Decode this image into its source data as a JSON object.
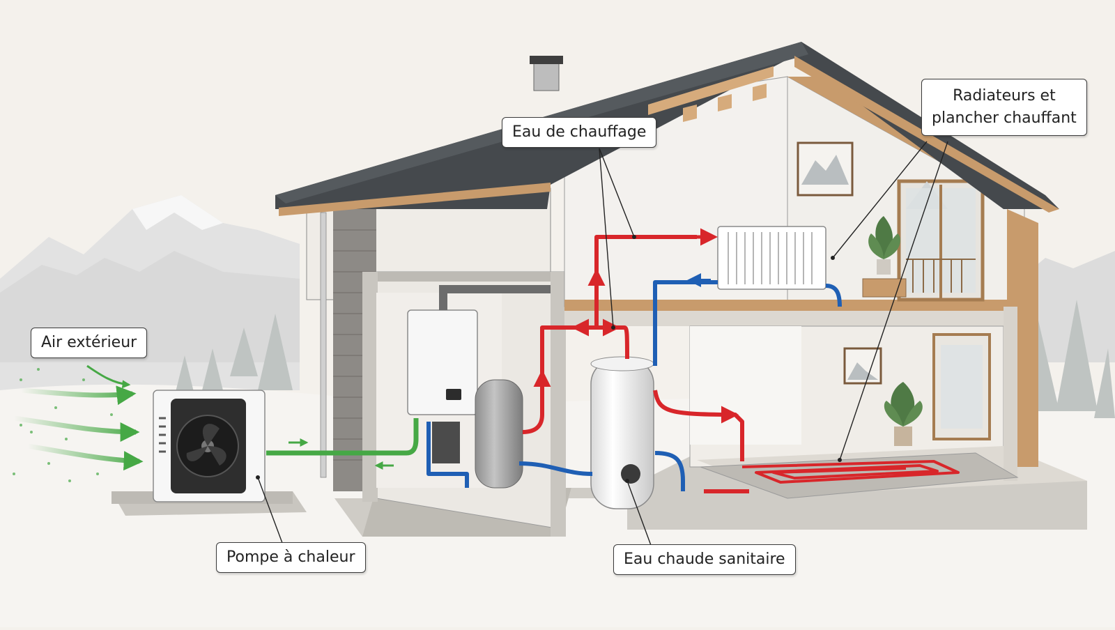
{
  "labels": {
    "air_exterieur": "Air extérieur",
    "pompe_chaleur": "Pompe à chaleur",
    "eau_chauffage": "Eau de chauffage",
    "eau_chaude_sanitaire": "Eau chaude sanitaire",
    "radiateurs_line1": "Radiateurs et",
    "radiateurs_line2": "plancher chauffant"
  },
  "colors": {
    "background": "#f4f1ec",
    "hot_pipe": "#d8262a",
    "cold_pipe": "#1f5fb4",
    "refrigerant_pipe": "#46a845",
    "roof": "#45494d",
    "wood": "#c89b6c",
    "wall": "#f3f1ee",
    "concrete": "#c9c6c0",
    "brick": "#8d8a86"
  },
  "icons": [
    "heat-pump-fan-icon",
    "radiator-icon",
    "water-tank-icon",
    "boiler-icon",
    "mountain-icon",
    "pine-tree-icon",
    "plant-icon",
    "picture-frame-icon"
  ]
}
